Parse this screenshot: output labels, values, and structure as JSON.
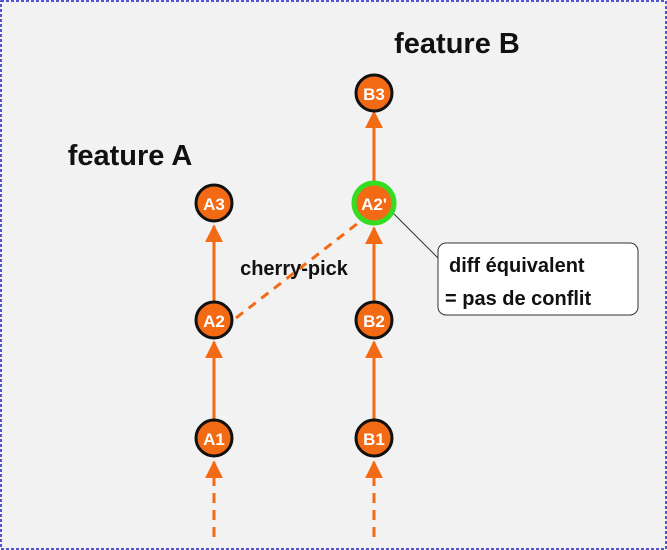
{
  "colors": {
    "background": "#f2f2f2",
    "border": "#2020c8",
    "commit_fill": "#f26a14",
    "commit_stroke": "#111111",
    "arrow": "#f26a14",
    "highlight": "#33dd22",
    "label_text": "#111111"
  },
  "branches": {
    "feature_a": {
      "label": "feature A"
    },
    "feature_b": {
      "label": "feature B"
    }
  },
  "commits": {
    "a1": "A1",
    "a2": "A2",
    "a3": "A3",
    "b1": "B1",
    "b2": "B2",
    "a2_prime": "A2'",
    "b3": "B3"
  },
  "labels": {
    "cherry_pick": "cherry-pick"
  },
  "callout": {
    "line1": "diff équivalent",
    "line2": "= pas de conflit"
  }
}
